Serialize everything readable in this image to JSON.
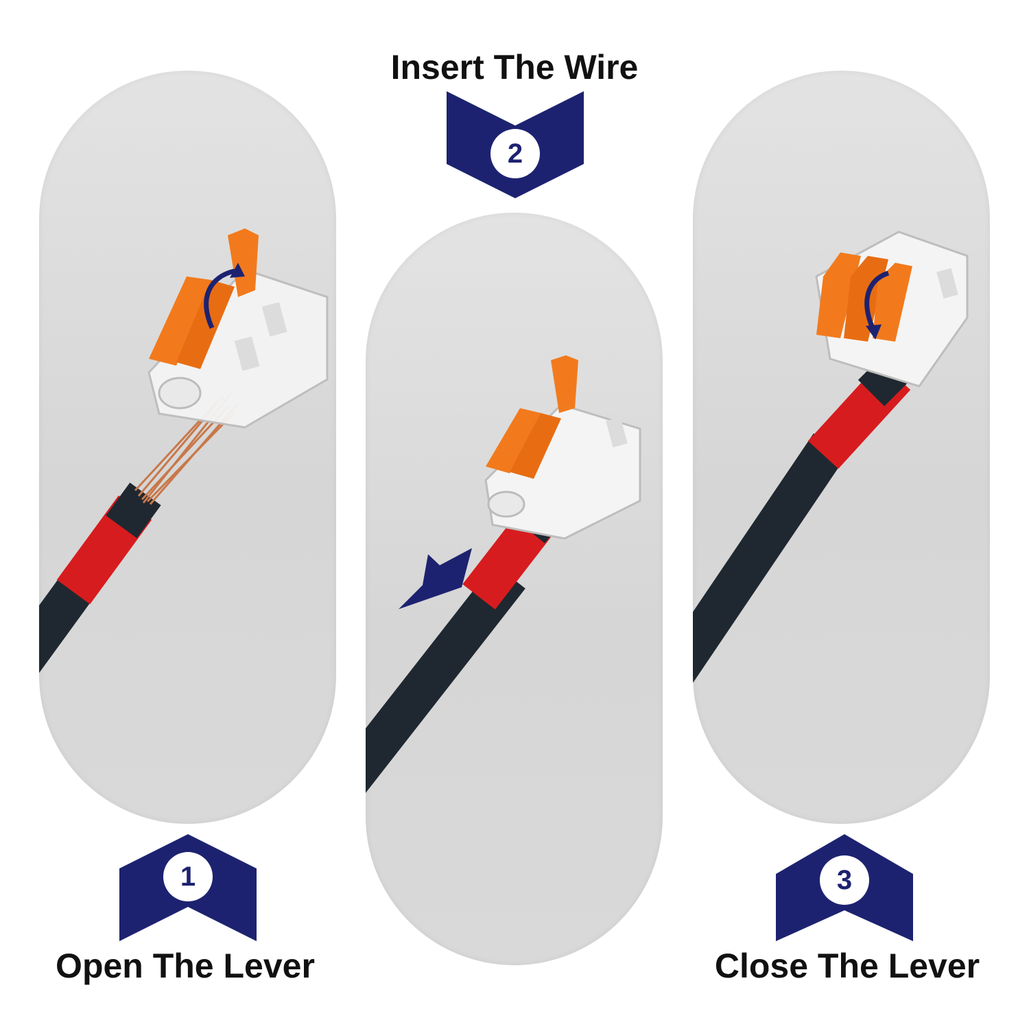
{
  "steps": [
    {
      "number": "1",
      "label": "Open The Lever"
    },
    {
      "number": "2",
      "label": "Insert The Wire"
    },
    {
      "number": "3",
      "label": "Close The Lever"
    }
  ],
  "colors": {
    "navy": "#1d2270",
    "lever_orange": "#f27a1c",
    "wire_black": "#1f2830",
    "wire_red": "#d71c1f",
    "copper": "#c8784a",
    "panel_gray": "#d9d9d9"
  },
  "icons": [
    "lever-arrow-up-icon",
    "insert-arrow-icon",
    "lever-arrow-down-icon"
  ]
}
